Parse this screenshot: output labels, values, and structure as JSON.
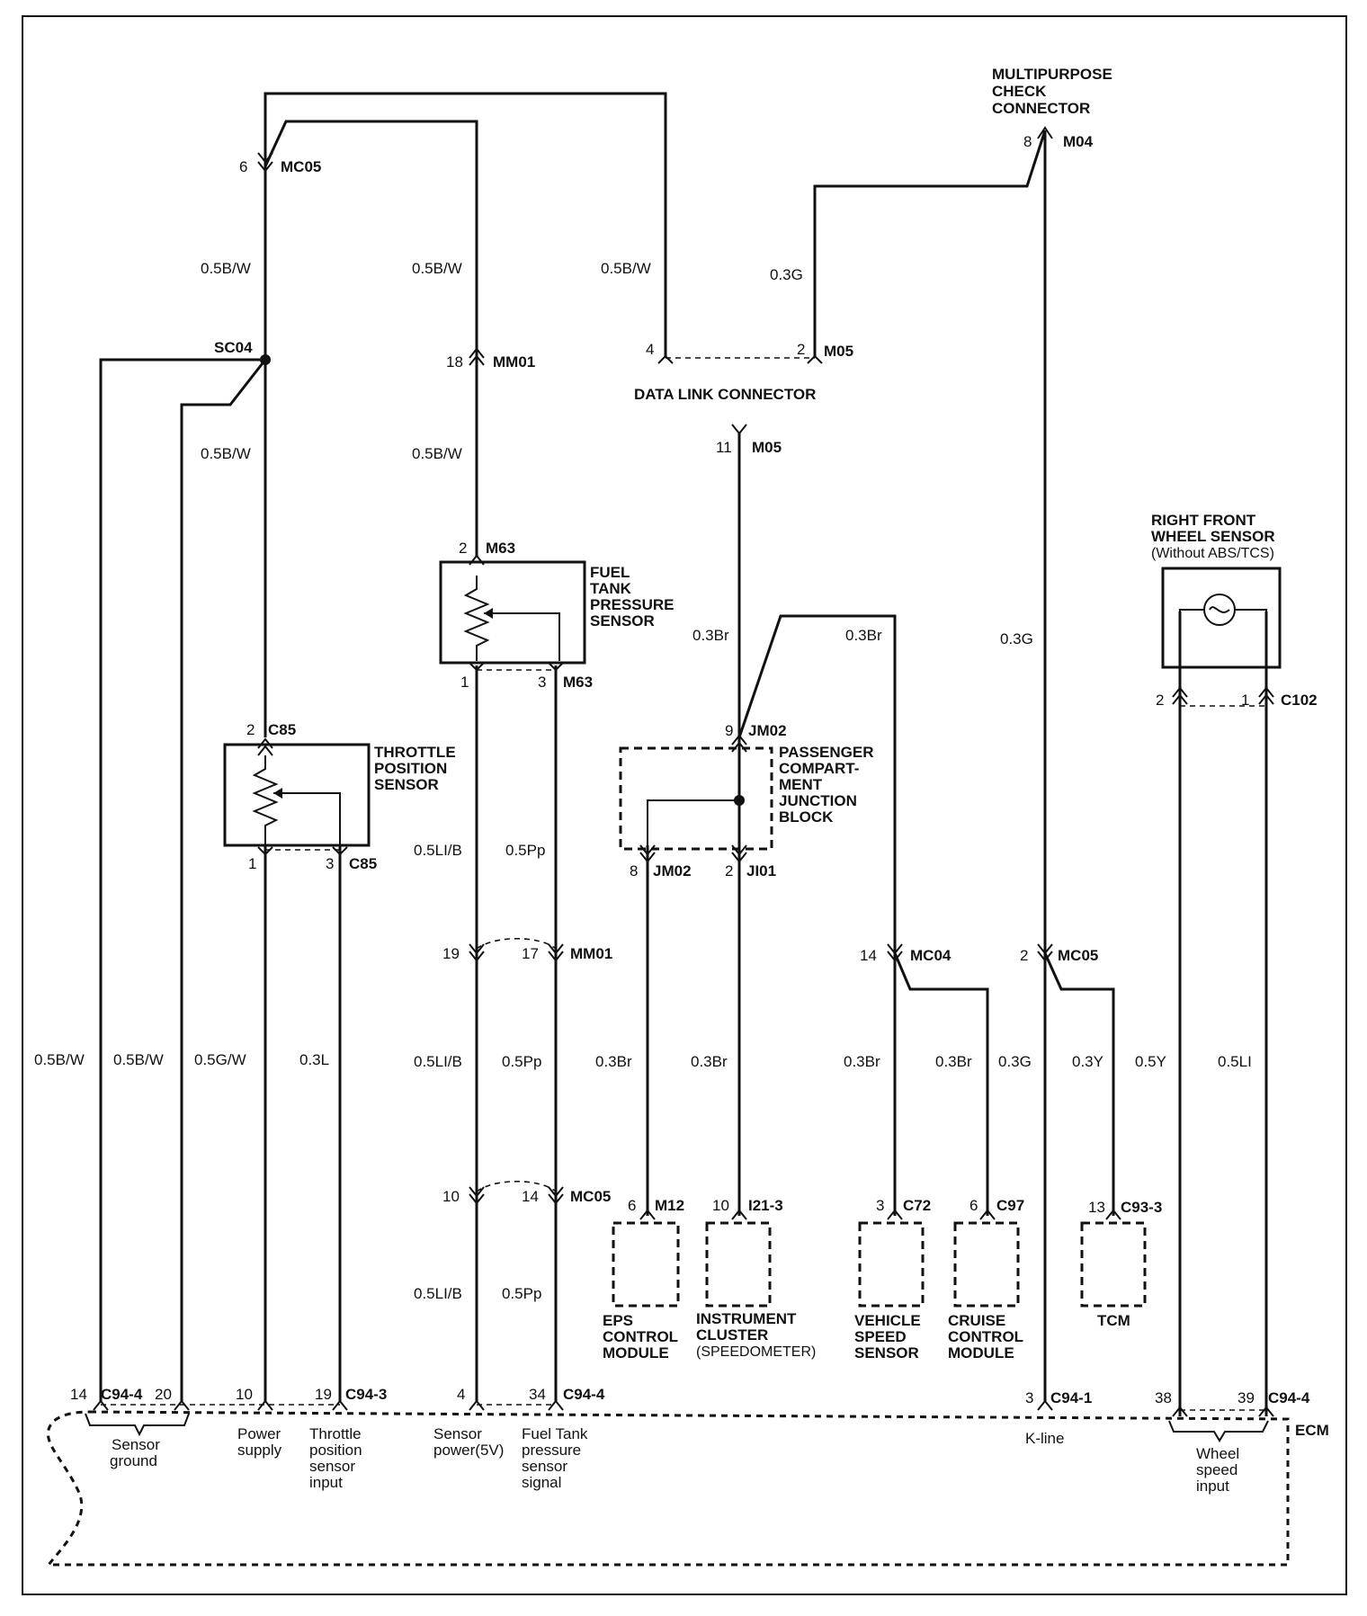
{
  "title_labels": {
    "multipurpose_check_connector": [
      "MULTIPURPOSE",
      "CHECK",
      "CONNECTOR"
    ],
    "data_link_connector": "DATA LINK CONNECTOR",
    "right_front_wheel_sensor": [
      "RIGHT FRONT",
      "WHEEL SENSOR"
    ],
    "wheel_sensor_note": "(Without ABS/TCS)",
    "fuel_tank_pressure_sensor": [
      "FUEL",
      "TANK",
      "PRESSURE",
      "SENSOR"
    ],
    "throttle_position_sensor": [
      "THROTTLE",
      "POSITION",
      "SENSOR"
    ],
    "passenger_junction_block": [
      "PASSENGER",
      "COMPART-",
      "MENT",
      "JUNCTION",
      "BLOCK"
    ],
    "ecm": "ECM"
  },
  "modules": {
    "eps": [
      "EPS",
      "CONTROL",
      "MODULE"
    ],
    "instrument_cluster": [
      "INSTRUMENT",
      "CLUSTER",
      "(SPEEDOMETER)"
    ],
    "vehicle_speed_sensor": [
      "VEHICLE",
      "SPEED",
      "SENSOR"
    ],
    "cruise_control_module": [
      "CRUISE",
      "CONTROL",
      "MODULE"
    ],
    "tcm": "TCM"
  },
  "connectors": [
    {
      "pin": "6",
      "name": "MC05"
    },
    {
      "pin": "8",
      "name": "M04"
    },
    {
      "pin": "18",
      "name": "MM01"
    },
    {
      "pin": "4",
      "name": ""
    },
    {
      "pin": "2",
      "name": "M05"
    },
    {
      "pin": "11",
      "name": "M05"
    },
    {
      "pin": "2",
      "name": "M63"
    },
    {
      "pin": "1",
      "name": ""
    },
    {
      "pin": "3",
      "name": "M63"
    },
    {
      "pin": "9",
      "name": "JM02"
    },
    {
      "pin": "8",
      "name": "JM02"
    },
    {
      "pin": "2",
      "name": "JI01"
    },
    {
      "pin": "2",
      "name": "C85"
    },
    {
      "pin": "1",
      "name": ""
    },
    {
      "pin": "3",
      "name": "C85"
    },
    {
      "pin": "19",
      "name": ""
    },
    {
      "pin": "17",
      "name": "MM01"
    },
    {
      "pin": "14",
      "name": "MC04"
    },
    {
      "pin": "2",
      "name": "MC05"
    },
    {
      "pin": "2",
      "name": ""
    },
    {
      "pin": "1",
      "name": "C102"
    },
    {
      "pin": "10",
      "name": ""
    },
    {
      "pin": "14",
      "name": "MC05"
    },
    {
      "pin": "6",
      "name": "M12"
    },
    {
      "pin": "10",
      "name": "I21-3"
    },
    {
      "pin": "3",
      "name": "C72"
    },
    {
      "pin": "6",
      "name": "C97"
    },
    {
      "pin": "13",
      "name": "C93-3"
    },
    {
      "pin": "14",
      "name": "C94-4"
    },
    {
      "pin": "20",
      "name": ""
    },
    {
      "pin": "10",
      "name": ""
    },
    {
      "pin": "19",
      "name": "C94-3"
    },
    {
      "pin": "4",
      "name": ""
    },
    {
      "pin": "34",
      "name": "C94-4"
    },
    {
      "pin": "3",
      "name": "C94-1"
    },
    {
      "pin": "38",
      "name": ""
    },
    {
      "pin": "39",
      "name": "C94-4"
    }
  ],
  "splice": "SC04",
  "wire_labels": {
    "w_top_left": "0.5B/W",
    "w_top_mid": "0.5B/W",
    "w_dlc": "0.5B/W",
    "w_dlc_g": "0.3G",
    "w_sc04_down": "0.5B/W",
    "w_mm01_down": "0.5B/W",
    "w_jm02_up": "0.3Br",
    "w_jm02_right": "0.3Br",
    "w_kline_top": "0.3G",
    "w_tps_b": "0.5LI/B",
    "w_ftp_pp": "0.5Pp",
    "b1": "0.5B/W",
    "b2": "0.5B/W",
    "b3": "0.5G/W",
    "b4": "0.3L",
    "b5": "0.5LI/B",
    "b6": "0.5Pp",
    "b7": "0.3Br",
    "b8": "0.3Br",
    "b9": "0.3Br",
    "b10": "0.3Br",
    "b11": "0.3G",
    "b12": "0.3Y",
    "b13": "0.5Y",
    "b14": "0.5LI",
    "c5": "0.5LI/B",
    "c6": "0.5Pp"
  },
  "ecm_inputs": {
    "sensor_ground": [
      "Sensor",
      "ground"
    ],
    "power_supply": [
      "Power",
      "supply"
    ],
    "tps_input": [
      "Throttle",
      "position",
      "sensor",
      "input"
    ],
    "sensor_power": [
      "Sensor",
      "power(5V)"
    ],
    "ftp_signal": [
      "Fuel Tank",
      "pressure",
      "sensor",
      "signal"
    ],
    "kline": "K-line",
    "wheel_speed": [
      "Wheel",
      "speed",
      "input"
    ]
  }
}
